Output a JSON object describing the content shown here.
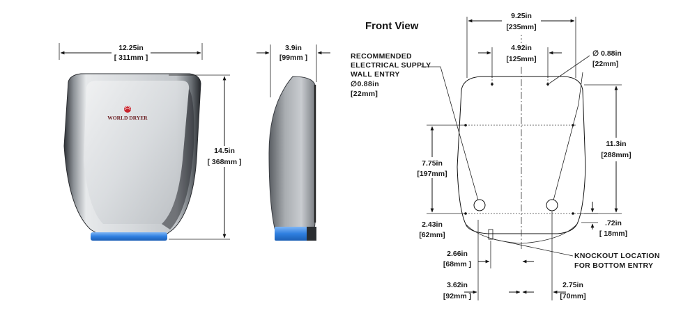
{
  "front_photo": {
    "width_in": "12.25in",
    "width_mm": "[ 311mm ]",
    "height_in": "14.5in",
    "height_mm": "[ 368mm ]",
    "brand": "WORLD DRYER"
  },
  "side_photo": {
    "depth_in": "3.9in",
    "depth_mm": "[99mm ]"
  },
  "front_view": {
    "title": "Front View",
    "top_width_in": "9.25in",
    "top_width_mm": "[235mm]",
    "inner_width_in": "4.92in",
    "inner_width_mm": "[125mm]",
    "hole_right_dia": "∅ 0.88in",
    "hole_right_mm": "[22mm]",
    "note_supply_line1": "RECOMMENDED",
    "note_supply_line2": "ELECTRICAL SUPPLY",
    "note_supply_line3": "WALL ENTRY",
    "note_supply_dia": "∅0.88in",
    "note_supply_mm": "[22mm]",
    "height_right_in": "11.3in",
    "height_right_mm": "[288mm]",
    "height_left_in": "7.75in",
    "height_left_mm": "[197mm]",
    "bottom_left_in": "2.43in",
    "bottom_left_mm": "[62mm]",
    "bottom_right_in": ".72in",
    "bottom_right_mm": "[ 18mm]",
    "knockout_in": "2.66in",
    "knockout_mm": "[68mm ]",
    "note_knockout_line1": "KNOCKOUT  LOCATION",
    "note_knockout_line2": "FOR BOTTOM ENTRY",
    "base_left_in": "3.62in",
    "base_left_mm": "[92mm ]",
    "base_right_in": "2.75in",
    "base_right_mm": "[70mm]"
  },
  "colors": {
    "steel_light": "#e4e6e8",
    "steel_dark": "#3c3f44",
    "accent_blue": "#2f7fe0"
  }
}
